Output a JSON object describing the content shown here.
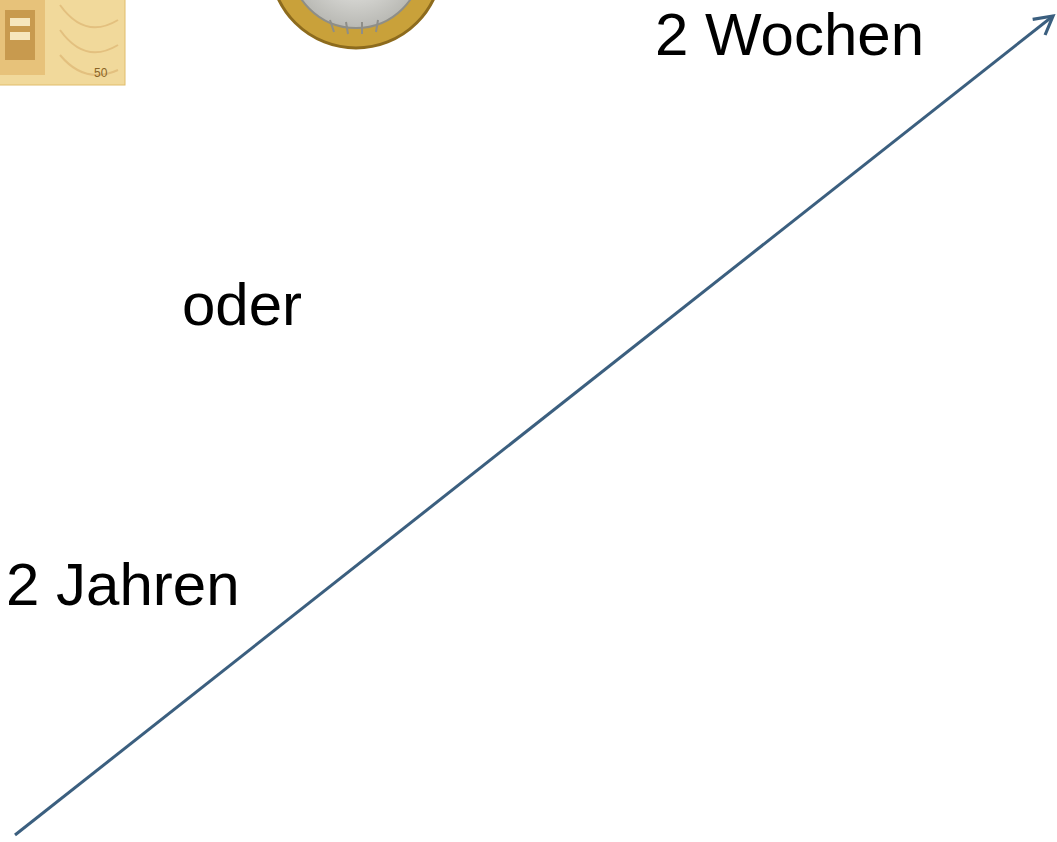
{
  "diagram": {
    "labels": [
      "2 Wochen",
      "oder",
      "2 Jahren",
      "50"
    ]
  }
}
